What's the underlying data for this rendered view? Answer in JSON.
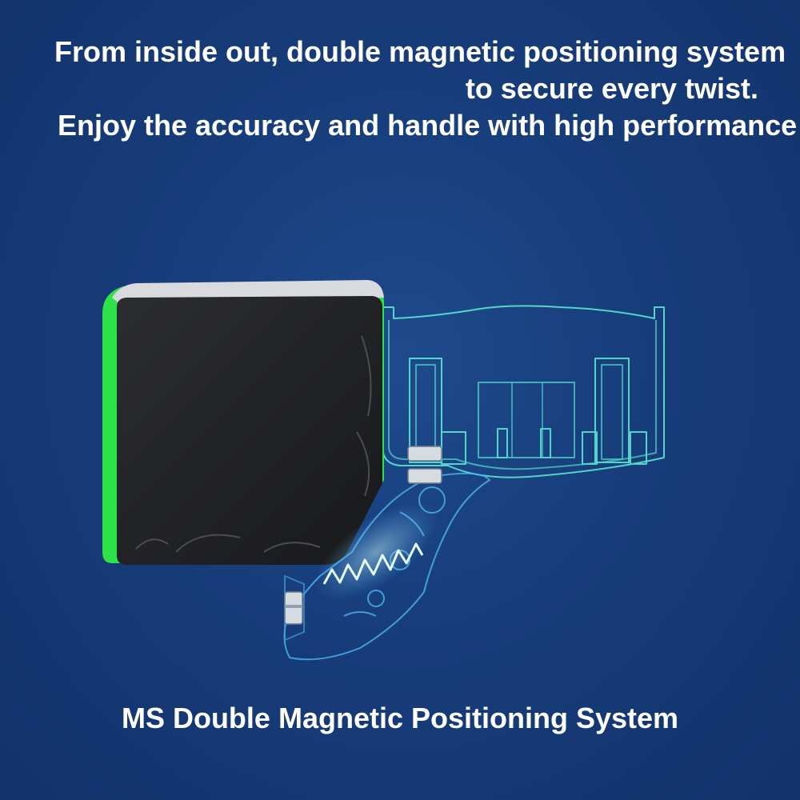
{
  "headline": {
    "line1": "From inside out, double magnetic positioning system",
    "line2": "to secure every twist.",
    "line3": "Enjoy the accuracy and handle with high performance"
  },
  "caption": "MS Double Magnetic Positioning System",
  "colors": {
    "background": "#1a4282",
    "wireframe": "#58e6d2",
    "cube_edge_green": "#2ee24a",
    "cube_body": "#222326",
    "spring_glow": "#bff2ff"
  }
}
